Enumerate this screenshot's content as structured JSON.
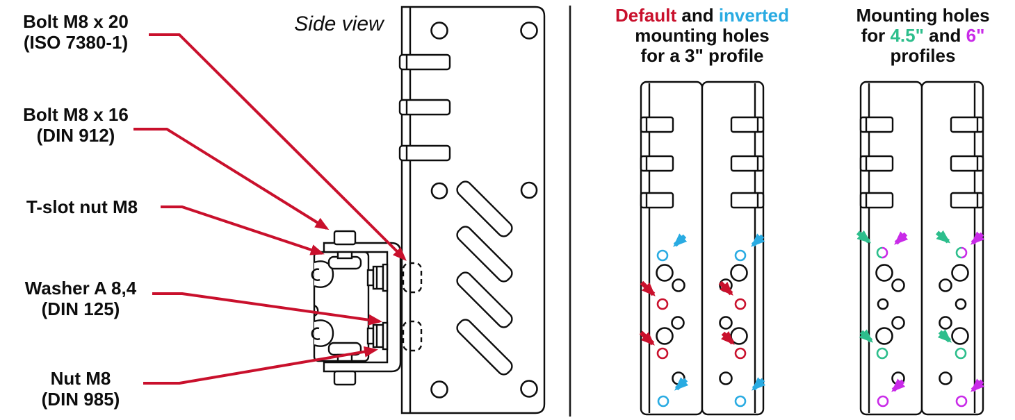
{
  "side_view": {
    "title": "Side view",
    "labels": [
      {
        "line1": "Bolt M8 x 20",
        "line2": "(ISO 7380-1)"
      },
      {
        "line1": "Bolt M8 x 16",
        "line2": "(DIN 912)"
      },
      {
        "line1": "T-slot nut M8",
        "line2": ""
      },
      {
        "line1": "Washer A 8,4",
        "line2": "(DIN 125)"
      },
      {
        "line1": "Nut M8",
        "line2": "(DIN 985)"
      }
    ]
  },
  "middle_panel": {
    "heading": {
      "part1": "Default",
      "part2": " and ",
      "part3": "inverted",
      "line2": "mounting holes",
      "line3": "for a 3\" profile"
    }
  },
  "right_panel": {
    "heading": {
      "line1": "Mounting holes",
      "part1": "for ",
      "part2": "4.5\"",
      "part3": " and ",
      "part4": "6\"",
      "line3": "profiles"
    }
  },
  "colors": {
    "ink": "#0d0d0d",
    "red": "#C9102C",
    "blue": "#29ABE2",
    "green": "#2DBE8C",
    "magenta": "#C92BE8"
  }
}
